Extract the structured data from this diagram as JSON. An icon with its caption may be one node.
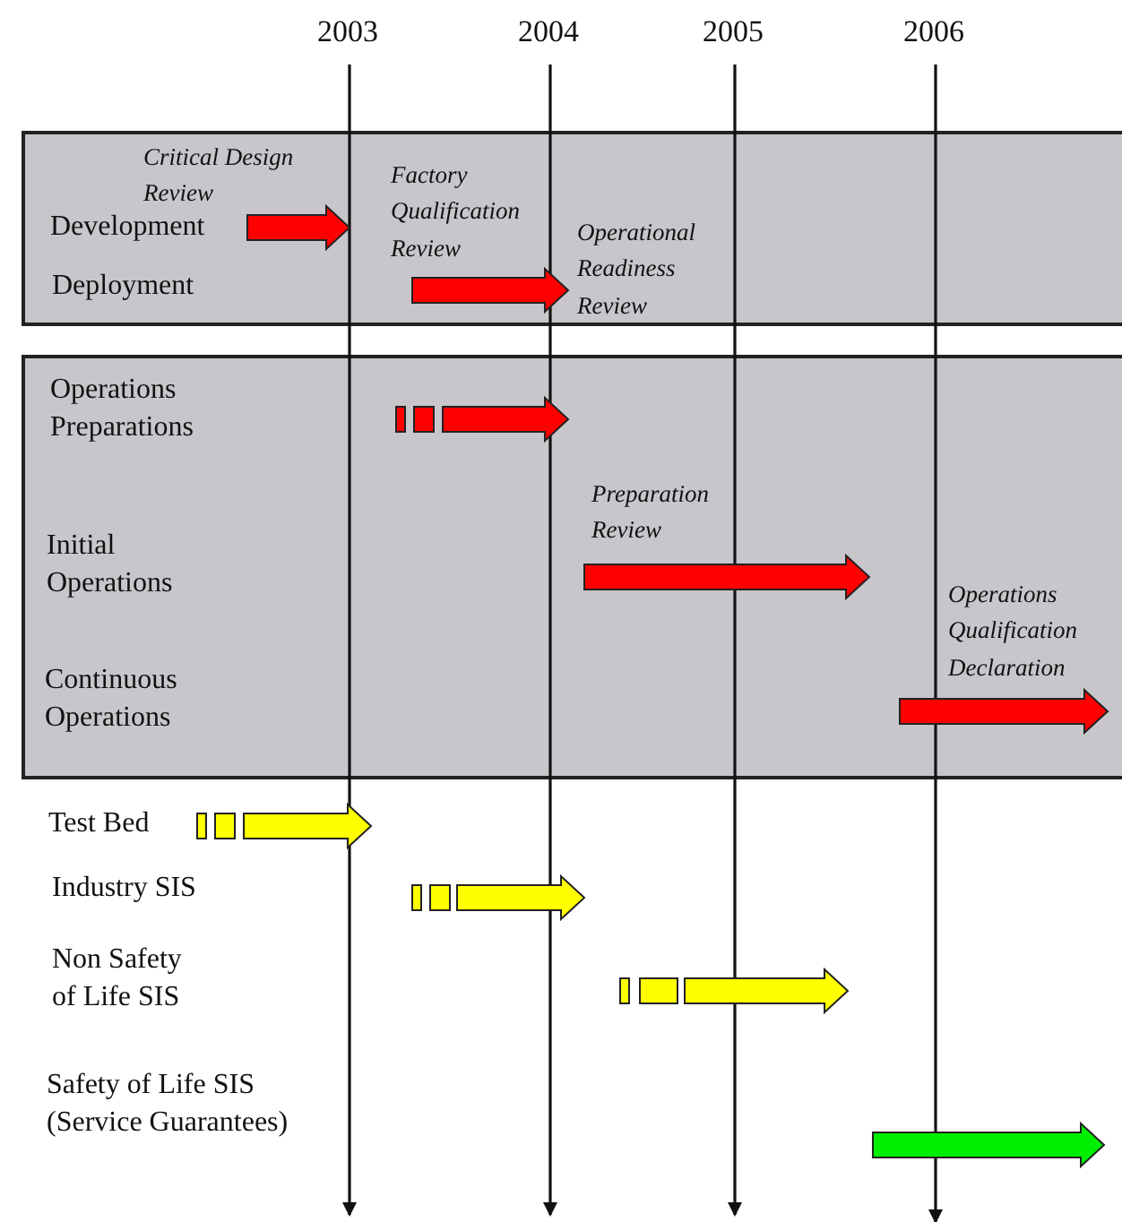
{
  "diagram": {
    "nodes": [
      {
        "text": [],
        "shape": "box"
      },
      {
        "text": [],
        "shape": "box"
      }
    ],
    "edges": [],
    "labels": [
      "2003",
      "2004",
      "2005",
      "2006",
      "Critical Design Review",
      "Development",
      "Factory Qualification Review",
      "Operational Readiness Review",
      "Deployment",
      "Operations Preparations",
      "Preparation Review",
      "Initial Operations",
      "Operations Qualification Declaration",
      "Continuous Operations",
      "Test Bed",
      "Industry SIS",
      "Non Safety of Life SIS",
      "Safety of Life SIS (Service Guarantees)"
    ]
  }
}
